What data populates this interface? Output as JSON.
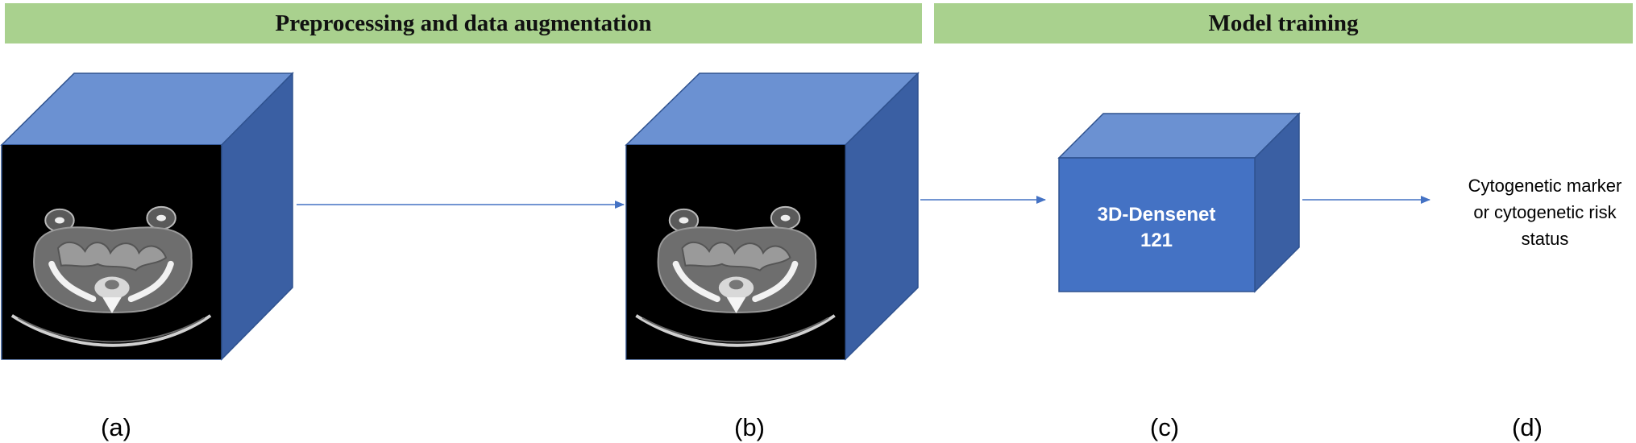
{
  "stages": {
    "preprocessing": "Preprocessing and data augmentation",
    "training": "Model training"
  },
  "model": {
    "line1": "3D-Densenet",
    "line2": "121"
  },
  "output": {
    "lines": [
      "Cytogenetic marker",
      "or cytogenetic risk",
      "status"
    ]
  },
  "panel_labels": [
    "(a)",
    "(b)",
    "(c)",
    "(d)"
  ],
  "colors": {
    "banner": "#a9d18e",
    "cube_top": "#6b91d2",
    "cube_side": "#3a5fa3",
    "cube_front": "#4472c4",
    "arrow": "#4472c4"
  }
}
